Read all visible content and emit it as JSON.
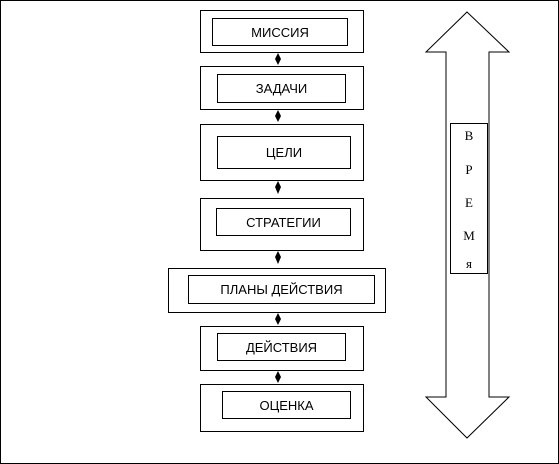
{
  "stages": [
    {
      "id": "mission",
      "label": "МИССИЯ"
    },
    {
      "id": "tasks",
      "label": "ЗАДАЧИ"
    },
    {
      "id": "goals",
      "label": "ЦЕЛИ"
    },
    {
      "id": "strategies",
      "label": "СТРАТЕГИИ"
    },
    {
      "id": "action-plans",
      "label": "ПЛАНЫ ДЕЙСТВИЯ"
    },
    {
      "id": "actions",
      "label": "ДЕЙСТВИЯ"
    },
    {
      "id": "evaluation",
      "label": "ОЦЕНКА"
    }
  ],
  "time_axis": {
    "letters": [
      "В",
      "Р",
      "Е",
      "М",
      "я"
    ]
  },
  "colors": {
    "line": "#000000",
    "background": "#ffffff"
  }
}
